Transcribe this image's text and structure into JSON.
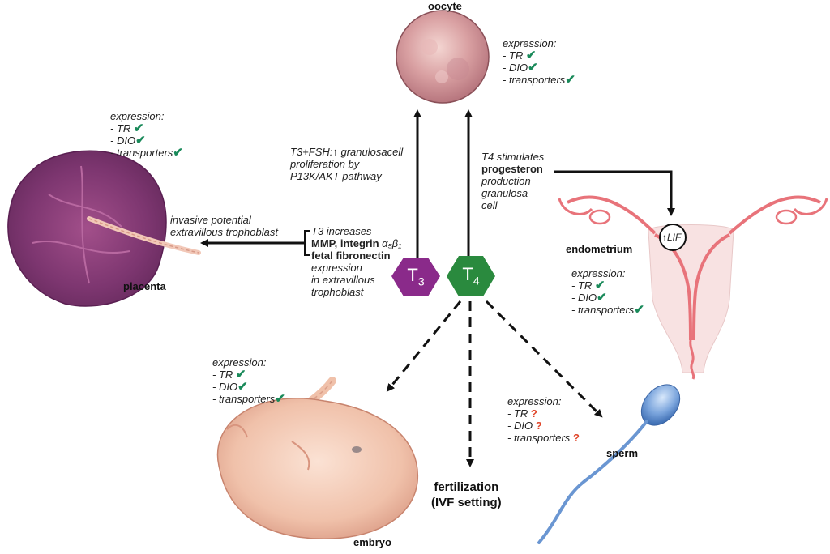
{
  "colors": {
    "t3_purple": "#8a2a8a",
    "t4_green": "#2a8a3e",
    "check_green": "#1a8a5a",
    "question_red": "#e0462a",
    "uterus_pink": "#e8737a",
    "placenta_purple": "#8b3f78",
    "oocyte_pink": "#d9a4a8",
    "embryo_skin": "#efc4b0",
    "sperm_blue": "#5a8ccc"
  },
  "hormones": {
    "t3": {
      "label": "T",
      "sub": "3"
    },
    "t4": {
      "label": "T",
      "sub": "4"
    }
  },
  "labels": {
    "oocyte": "oocyte",
    "placenta": "placenta",
    "endometrium": "endometrium",
    "embryo": "embryo",
    "sperm": "sperm",
    "lif": "LIF",
    "fertilization_line1": "fertilization",
    "fertilization_line2": "(IVF setting)"
  },
  "expression_boxes": {
    "oocyte": {
      "title": "expression:",
      "items": [
        "- TR",
        "- DIO",
        "- transporters"
      ],
      "marks": [
        "✔",
        "✔",
        "✔"
      ]
    },
    "placenta": {
      "title": "expression:",
      "items": [
        "- TR",
        "- DIO",
        "- transporters"
      ],
      "marks": [
        "✔",
        "✔",
        "✔"
      ]
    },
    "endometrium": {
      "title": "expression:",
      "items": [
        "- TR",
        "- DIO",
        "- transporters"
      ],
      "marks": [
        "✔",
        "✔",
        "✔"
      ]
    },
    "embryo": {
      "title": "expression:",
      "items": [
        "- TR",
        "- DIO",
        "- transporters"
      ],
      "marks": [
        "✔",
        "✔",
        "✔"
      ]
    },
    "sperm": {
      "title": "expression:",
      "items": [
        "- TR",
        "- DIO",
        "- transporters"
      ],
      "marks": [
        "?",
        "?",
        "?"
      ]
    }
  },
  "annotations": {
    "t3_oocyte": [
      "T3+FSH:↑ granulosacell",
      "proliferation by",
      "P13K/AKT pathway"
    ],
    "t4_oocyte": {
      "line1": "T4 stimulates",
      "bold": "progesteron",
      "rest": [
        "production",
        "granulosa",
        "cell"
      ]
    },
    "trophoblast_effect": [
      "invasive potential",
      "extravillous trophoblast"
    ],
    "t3_increases": {
      "line1": "T3 increases",
      "bold1": "MMP, integrin",
      "greek": "α₅β₁",
      "bold2": "fetal fibronectin",
      "rest": [
        "expression",
        "in extravillous",
        "trophoblast"
      ]
    }
  }
}
